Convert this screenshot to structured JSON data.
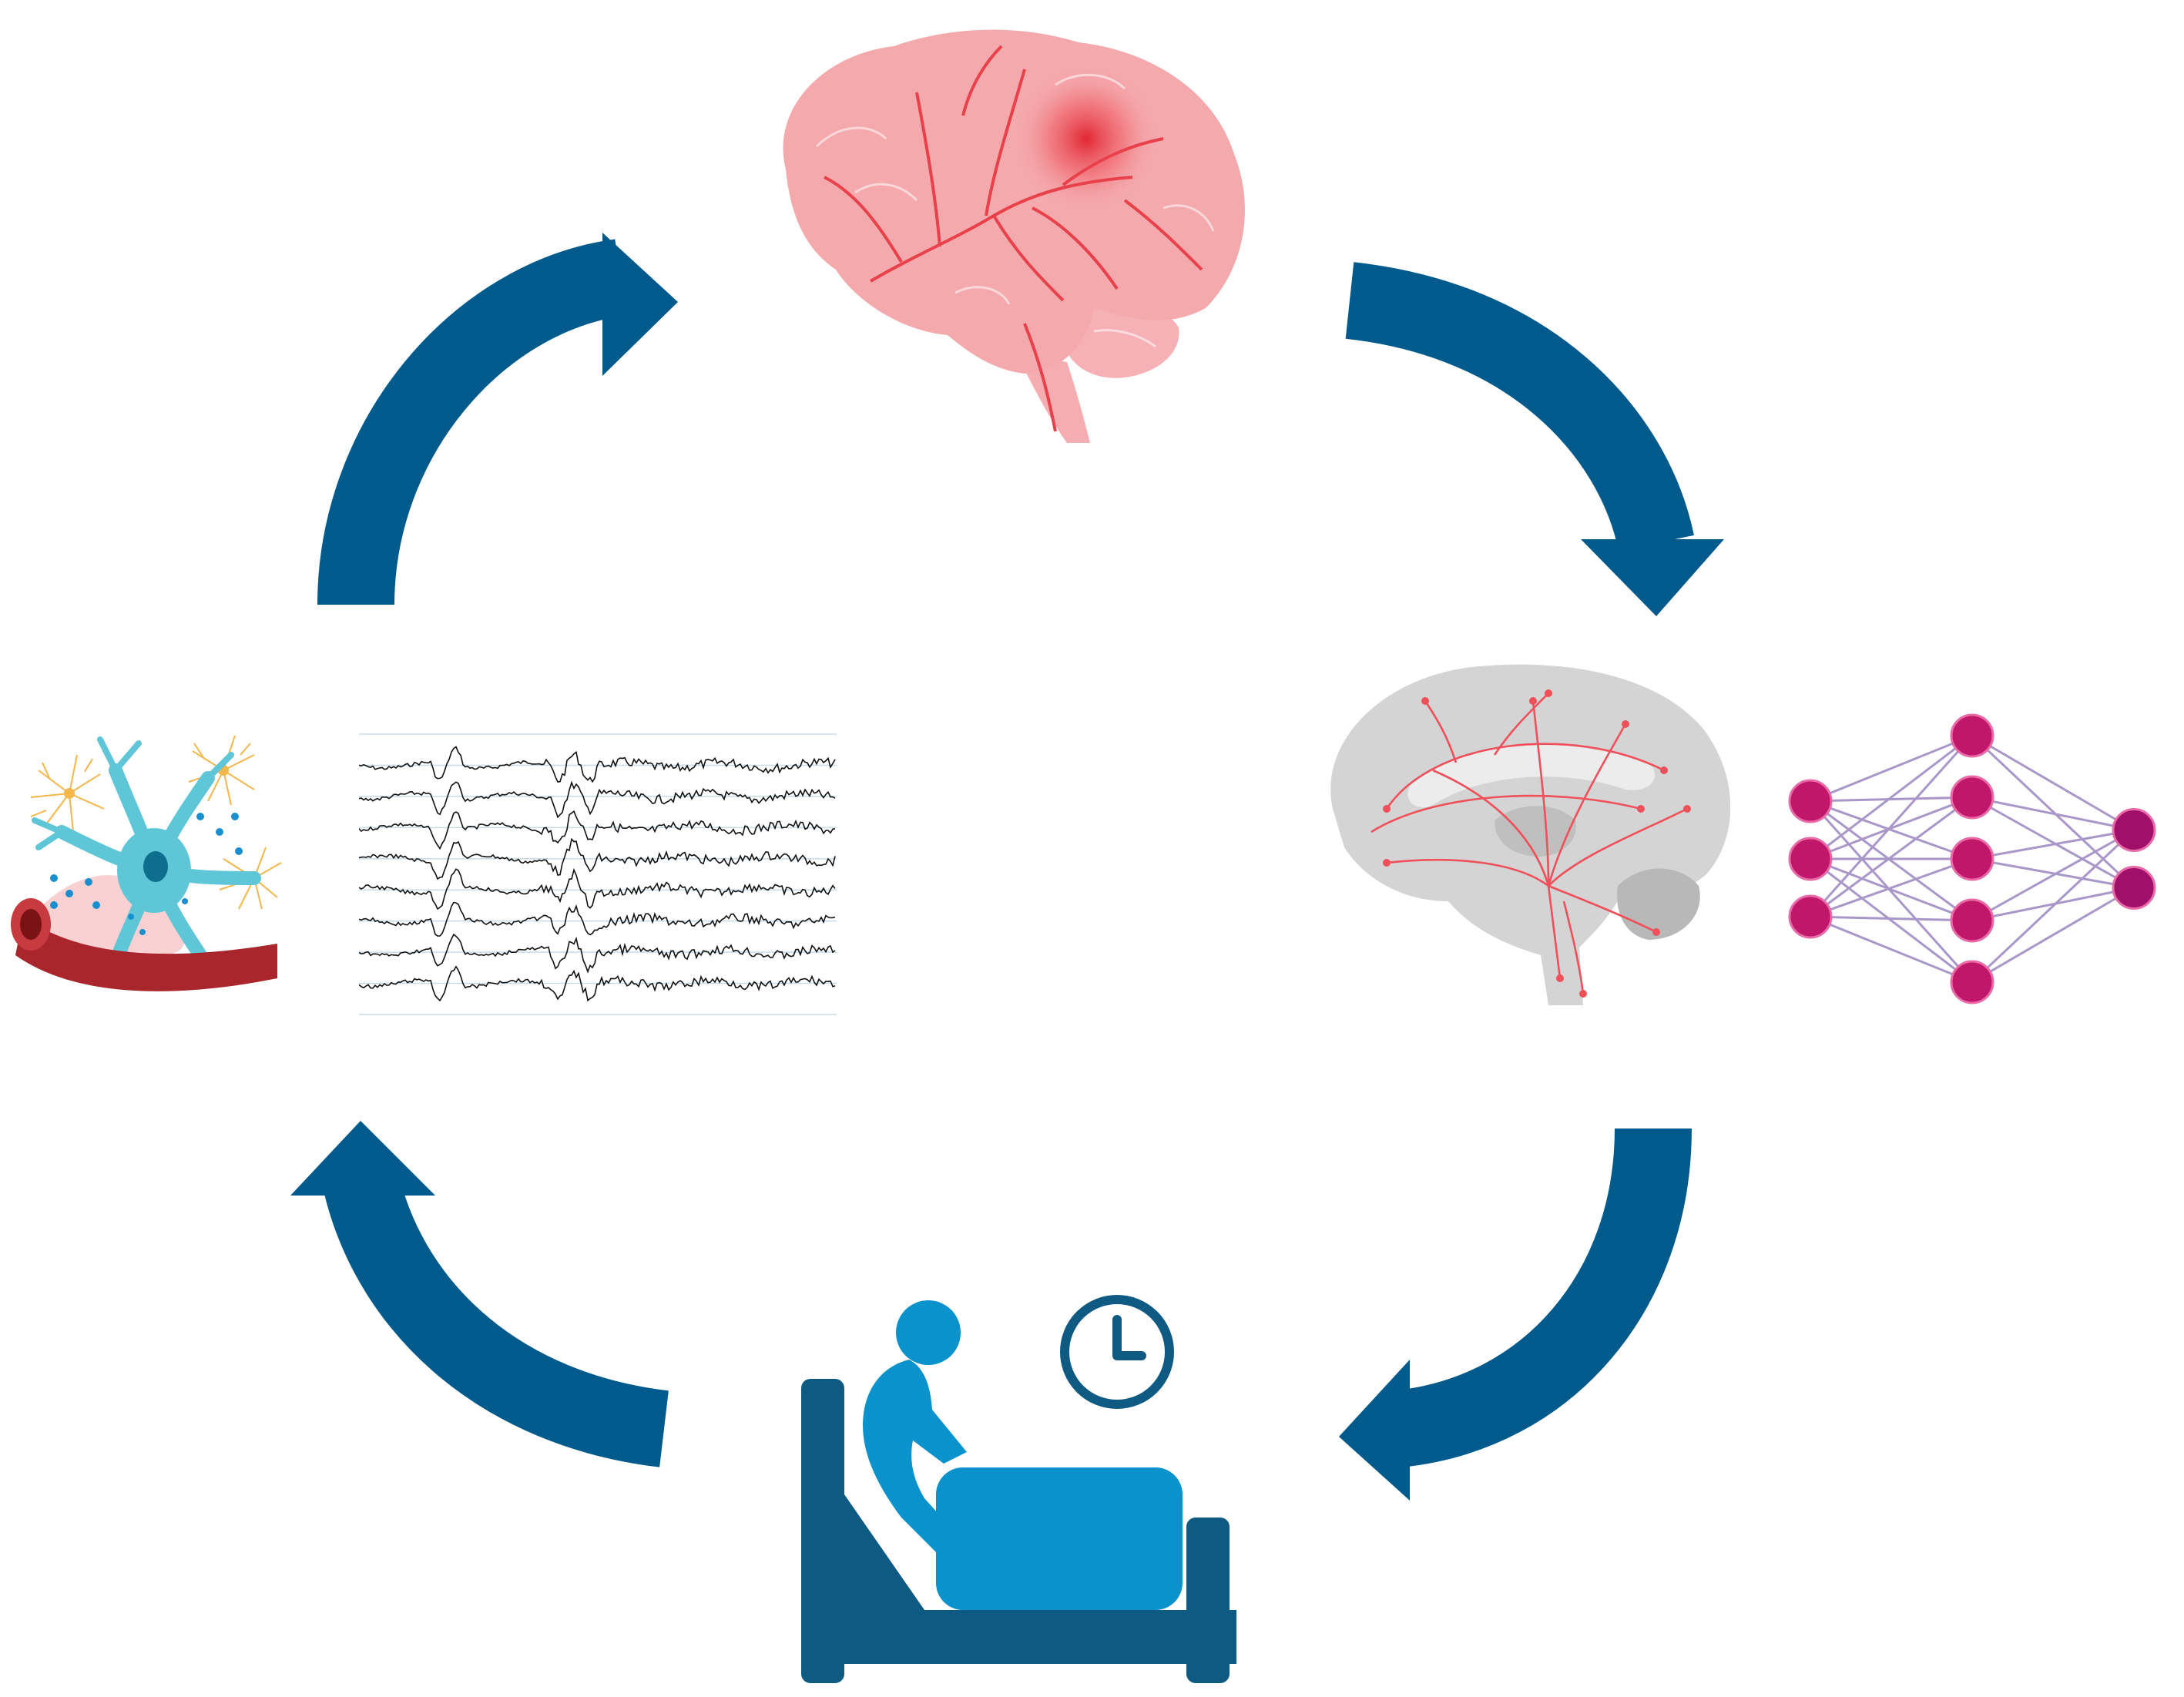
{
  "colors": {
    "arrow": "#005b8c",
    "brain_pink": "#f4a9ad",
    "brain_vessel": "#e8414b",
    "brain_grey": "#d4d4d4",
    "tract_red": "#f0505a",
    "neuron_cyan": "#5fc6d8",
    "vessel_red": "#a8262c",
    "astro_orange": "#f5b64a",
    "nn_node": "#c0176a",
    "nn_output": "#a0106a",
    "nn_edge": "#a897c8",
    "patient_light": "#0a92cc",
    "patient_dark": "#0e5a82",
    "eeg_trace": "#111111"
  },
  "diagram": {
    "nodes": [
      {
        "id": "brain-lesion",
        "icon": "brain-lesion-icon"
      },
      {
        "id": "brain-tracts-network",
        "icon": "brain-sagittal-icon",
        "extra_icon": "neural-network-icon"
      },
      {
        "id": "patient-in-bed",
        "icon": "patient-bed-icon",
        "extra_icon": "clock-icon"
      },
      {
        "id": "neuron-eeg",
        "icon": "neuron-vessel-icon",
        "extra_icon": "eeg-icon"
      }
    ],
    "arrows": [
      {
        "from": "neuron-eeg",
        "to": "brain-lesion"
      },
      {
        "from": "brain-lesion",
        "to": "brain-tracts-network"
      },
      {
        "from": "brain-tracts-network",
        "to": "patient-in-bed"
      },
      {
        "from": "patient-in-bed",
        "to": "neuron-eeg"
      }
    ],
    "eeg": {
      "channels": 8,
      "seed": 7
    },
    "neural_network": {
      "layers": [
        3,
        5,
        2
      ]
    }
  }
}
